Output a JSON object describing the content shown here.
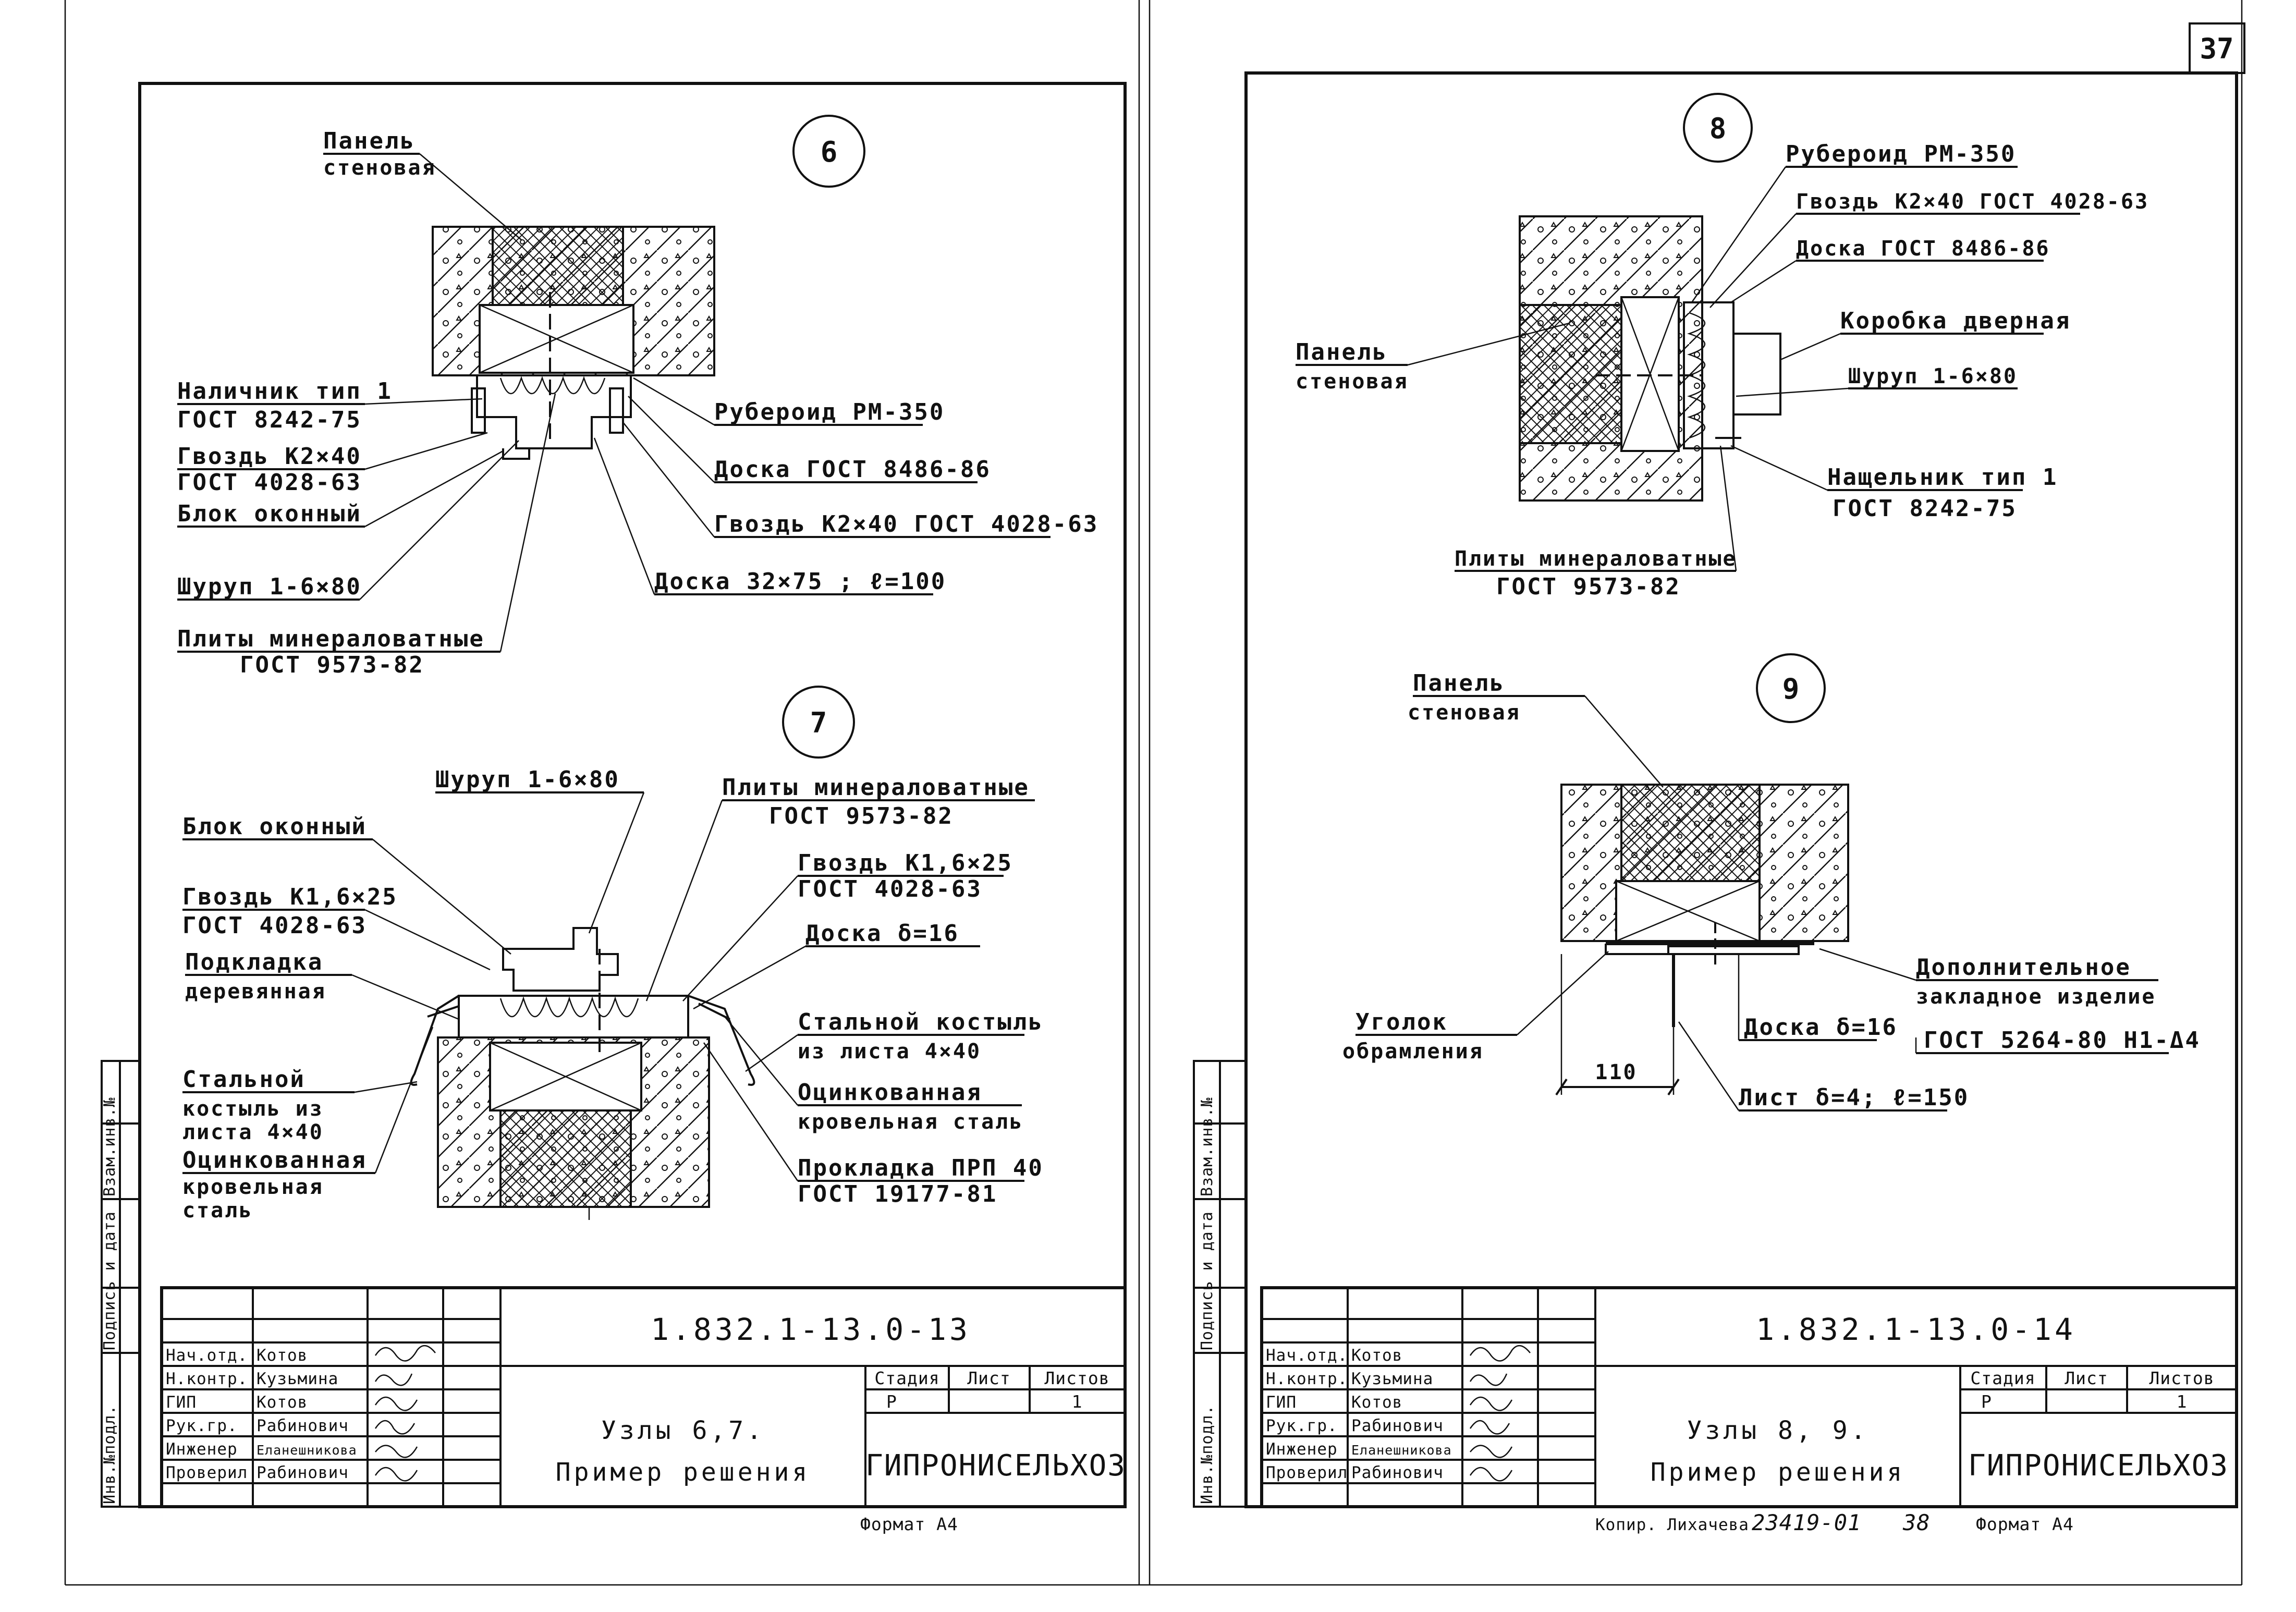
{
  "sheet_number": "37",
  "sheet_left": {
    "detail_6": {
      "marker": "6",
      "labels": {
        "panel_1": "Панель",
        "panel_2": "стеновая",
        "casing_1": "Наличник тип 1",
        "casing_2": "ГОСТ 8242-75",
        "nail_1": "Гвоздь К2×40",
        "nail_2": "ГОСТ 4028-63",
        "window_block": "Блок оконный",
        "screw": "Шуруп 1-6×80",
        "wool_1": "Плиты минераловатные",
        "wool_2": "ГОСТ 9573-82",
        "ruberoid": "Рубероид РМ-350",
        "board": "Доска ГОСТ 8486-86",
        "nail_right": "Гвоздь К2×40 ГОСТ 4028-63",
        "board_size": "Доска 32×75 ; ℓ=100"
      }
    },
    "detail_7": {
      "marker": "7",
      "labels": {
        "screw": "Шуруп 1-6×80",
        "wool_1": "Плиты минераловатные",
        "wool_2": "ГОСТ 9573-82",
        "window_block": "Блок оконный",
        "nail_left_1": "Гвоздь К1,6×25",
        "nail_left_2": "ГОСТ 4028-63",
        "nail_right_1": "Гвоздь К1,6×25",
        "nail_right_2": "ГОСТ 4028-63",
        "board": "Доска δ=16",
        "pad_1": "Подкладка",
        "pad_2": "деревянная",
        "crutch_right_1": "Стальной костыль",
        "crutch_right_2": "из листа 4×40",
        "crutch_left_1": "Стальной",
        "crutch_left_2": "костыль из",
        "crutch_left_3": "листа 4×40",
        "zinc_right_1": "Оцинкованная",
        "zinc_right_2": "кровельная сталь",
        "zinc_left_1": "Оцинкованная",
        "zinc_left_2": "кровельная",
        "zinc_left_3": "сталь",
        "gasket_1": "Прокладка ПРП 40",
        "gasket_2": "ГОСТ 19177-81"
      }
    },
    "title_block": {
      "doc_code": "1.832.1-13.0-13",
      "title_1": "Узлы 6,7.",
      "title_2": "Пример решения",
      "firm": "ГИПРОНИСЕЛЬХОЗ",
      "stage_hdr": "Стадия",
      "sheet_hdr": "Лист",
      "sheets_hdr": "Листов",
      "stage": "Р",
      "sheets": "1",
      "rows": [
        {
          "role": "Нач.отд.",
          "name": "Котов"
        },
        {
          "role": "Н.контр.",
          "name": "Кузьмина"
        },
        {
          "role": "ГИП",
          "name": "Котов"
        },
        {
          "role": "Рук.гр.",
          "name": "Рабинович"
        },
        {
          "role": "Инженер",
          "name": "Еланешникова"
        },
        {
          "role": "Проверил",
          "name": "Рабинович"
        }
      ],
      "format": "Формат А4"
    },
    "side_stamp": {
      "inv_podl": "Инв.№подл.",
      "sign_date": "Подпись и дата",
      "vzam": "Взам.инв.№"
    }
  },
  "sheet_right": {
    "detail_8": {
      "marker": "8",
      "labels": {
        "ruberoid": "Рубероид РМ-350",
        "nail": "Гвоздь К2×40 ГОСТ 4028-63",
        "board": "Доска ГОСТ 8486-86",
        "door_frame": "Коробка дверная",
        "screw": "Шуруп 1-6×80",
        "panel_1": "Панель",
        "panel_2": "стеновая",
        "casing_1": "Нащельник тип 1",
        "casing_2": "ГОСТ 8242-75",
        "wool_1": "Плиты минераловатные",
        "wool_2": "ГОСТ 9573-82"
      }
    },
    "detail_9": {
      "marker": "9",
      "labels": {
        "panel_1": "Панель",
        "panel_2": "стеновая",
        "extra_1": "Дополнительное",
        "extra_2": "закладное изделие",
        "angle_1": "Уголок",
        "angle_2": "обрамления",
        "board": "Доска δ=16",
        "gost": "ГОСТ 5264-80 Н1-Δ4",
        "dim": "110",
        "sheet": "Лист δ=4; ℓ=150"
      }
    },
    "title_block": {
      "doc_code": "1.832.1-13.0-14",
      "title_1": "Узлы 8, 9.",
      "title_2": "Пример решения",
      "firm": "ГИПРОНИСЕЛЬХОЗ",
      "stage_hdr": "Стадия",
      "sheet_hdr": "Лист",
      "sheets_hdr": "Листов",
      "stage": "Р",
      "sheets": "1",
      "rows": [
        {
          "role": "Нач.отд.",
          "name": "Котов"
        },
        {
          "role": "Н.контр.",
          "name": "Кузьмина"
        },
        {
          "role": "ГИП",
          "name": "Котов"
        },
        {
          "role": "Рук.гр.",
          "name": "Рабинович"
        },
        {
          "role": "Инженер",
          "name": "Еланешникова"
        },
        {
          "role": "Проверил",
          "name": "Рабинович"
        }
      ],
      "copied": "Копир. Лихачева",
      "order": "23419-01",
      "order_sheet": "38",
      "format": "Формат А4"
    },
    "side_stamp": {
      "inv_podl": "Инв.№подл.",
      "sign_date": "Подпись и дата",
      "vzam": "Взам.инв.№"
    }
  }
}
